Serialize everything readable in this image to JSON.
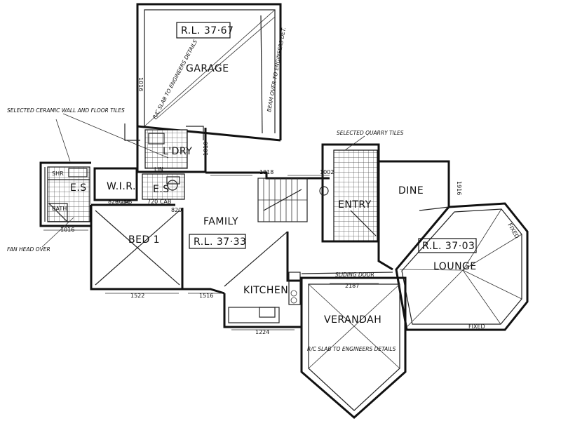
{
  "rooms": {
    "garage": "GARAGE",
    "laundry": "L'DRY",
    "wir": "W.I.R.",
    "ens_left": "E.S",
    "ens_mid": "E.S",
    "family": "FAMILY",
    "bed1": "BED 1",
    "kitchen": "KITCHEN",
    "entry": "ENTRY",
    "dine": "DINE",
    "lounge": "LOUNGE",
    "verandah": "VERANDAH"
  },
  "levels": {
    "garage": "R.L. 37·67",
    "family": "R.L. 37·33",
    "lounge": "R.L. 37·03"
  },
  "notes": {
    "tiles": "SELECTED CERAMIC WALL AND FLOOR TILES",
    "quarry": "SELECTED QUARRY TILES",
    "beam": "BEAM OVER TO ENGINEERS DET.",
    "slab_garage": "R/C SLAB TO ENGINEERS DETAILS",
    "slab_verandah": "R/C SLAB TO ENGINEERS DETAILS",
    "sliding": "SLIDING DOOR",
    "fan": "FAN HEAD OVER",
    "shr": "SHR",
    "bath": "BATH",
    "fixed_top": "FIXED",
    "fixed_bottom": "FIXED",
    "robe": "ROBE",
    "linen": "LIN"
  },
  "dimensions": {
    "d1016_garage": "1016",
    "d1010": "1010",
    "d1818": "1818",
    "d1002": "1002",
    "d1916": "1916",
    "d1016_ens": "1016",
    "d1522": "1522",
    "d1516": "1516",
    "d1224": "1224",
    "d2187": "2187",
    "d820": "820",
    "d720": "720 CAB",
    "d620": "820 CAB"
  }
}
